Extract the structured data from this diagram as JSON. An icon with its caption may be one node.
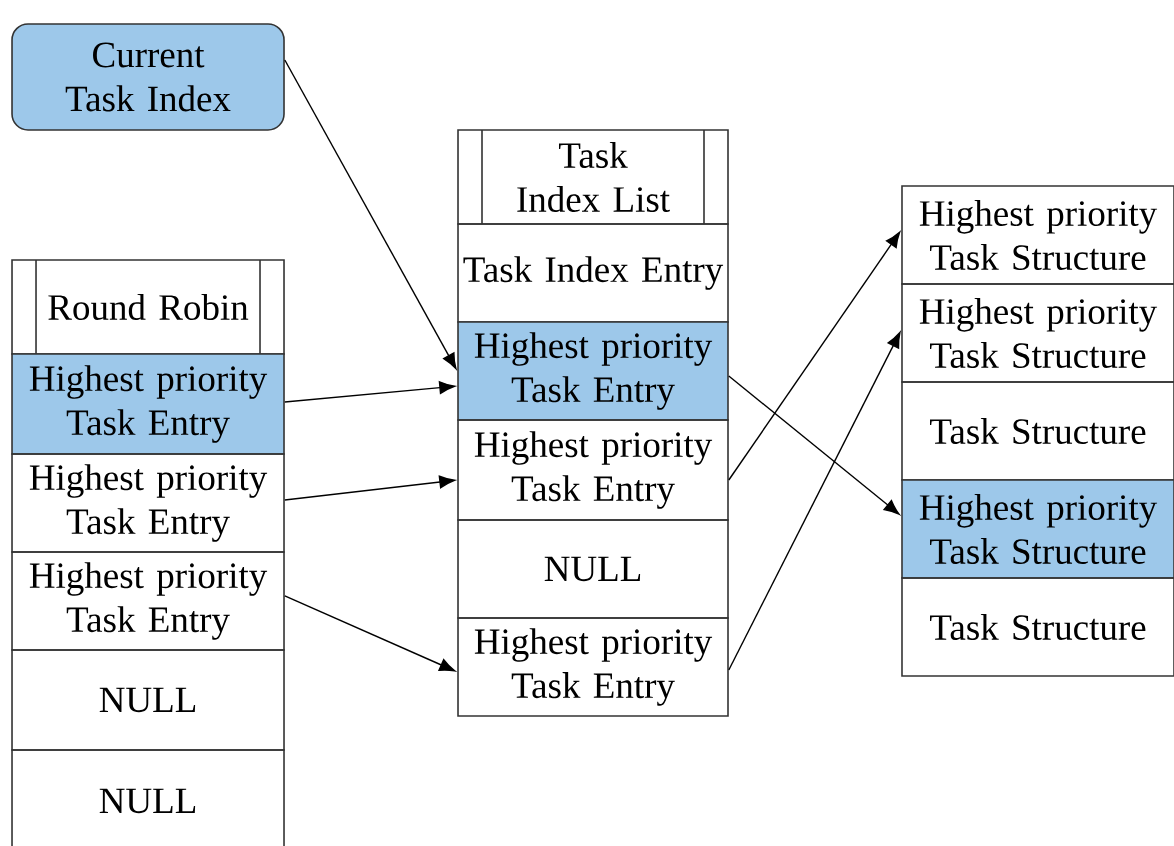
{
  "diagram": {
    "nodes": [
      {
        "text": [
          "Current Task Index"
        ]
      },
      {
        "text": [
          "Round Robin"
        ]
      },
      {
        "text": [
          "Highest priority Task Entry"
        ]
      },
      {
        "text": [
          "Highest priority Task Entry"
        ]
      },
      {
        "text": [
          "Highest priority Task Entry"
        ]
      },
      {
        "text": [
          "NULL"
        ]
      },
      {
        "text": [
          "NULL"
        ]
      },
      {
        "text": [
          "Task Index List"
        ]
      },
      {
        "text": [
          "Task Index Entry"
        ]
      },
      {
        "text": [
          "Highest priority Task Entry"
        ]
      },
      {
        "text": [
          "Highest priority Task Entry"
        ]
      },
      {
        "text": [
          "NULL"
        ]
      },
      {
        "text": [
          "Highest priority Task Entry"
        ]
      },
      {
        "text": [
          "Highest priority Task Structure"
        ]
      },
      {
        "text": [
          "Highest priority Task Structure"
        ]
      },
      {
        "text": [
          "Task Structure"
        ]
      },
      {
        "text": [
          "Highest priority Task Structure"
        ]
      },
      {
        "text": [
          "Task Structure"
        ]
      }
    ],
    "edges": [
      {
        "from": 0,
        "to": 9,
        "arrow": "to"
      },
      {
        "from": 2,
        "to": 9,
        "arrow": "to"
      },
      {
        "from": 3,
        "to": 10,
        "arrow": "to"
      },
      {
        "from": 4,
        "to": 12,
        "arrow": "to"
      },
      {
        "from": 9,
        "to": 16,
        "arrow": "to"
      },
      {
        "from": 10,
        "to": 13,
        "arrow": "to"
      },
      {
        "from": 12,
        "to": 14,
        "arrow": "to"
      }
    ]
  }
}
